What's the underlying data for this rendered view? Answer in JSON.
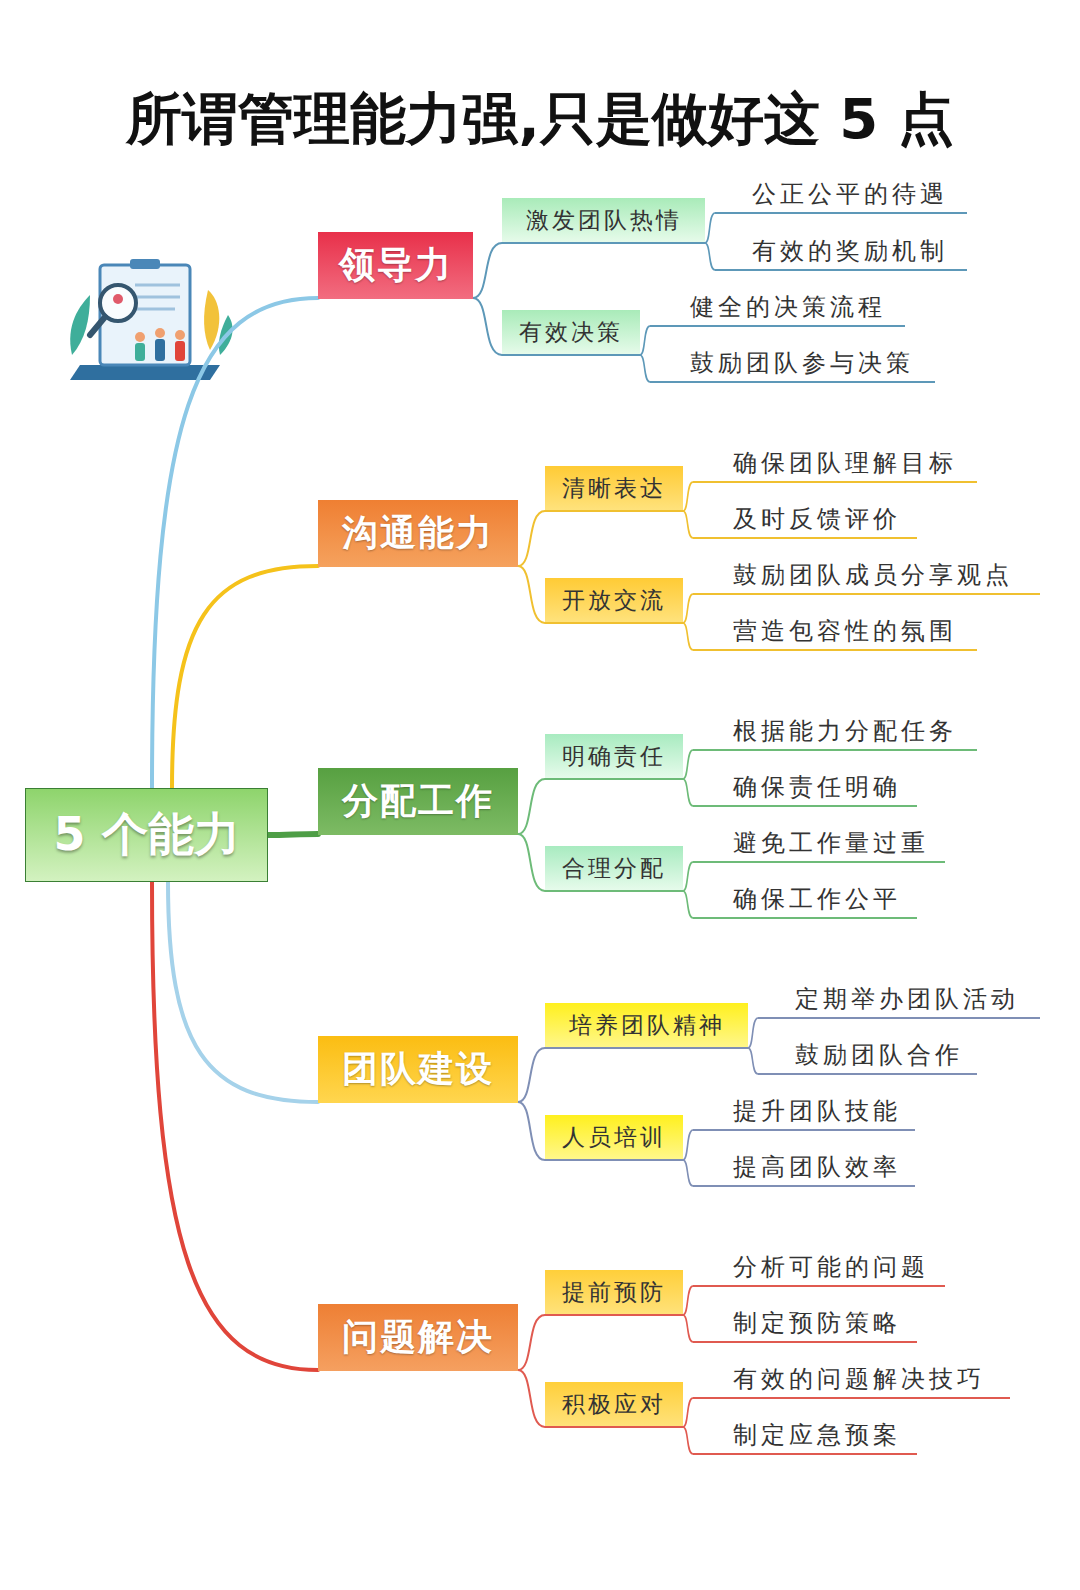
{
  "diagram": {
    "title": "所谓管理能力强,只是做好这 5 点",
    "nodes": [
      {
        "text": [
          "5 个能力"
        ]
      },
      {
        "text": [
          "领导力"
        ]
      },
      {
        "text": [
          "激发团队热情"
        ]
      },
      {
        "text": [
          "公正公平的待遇"
        ]
      },
      {
        "text": [
          "有效的奖励机制"
        ]
      },
      {
        "text": [
          "有效决策"
        ]
      },
      {
        "text": [
          "健全的决策流程"
        ]
      },
      {
        "text": [
          "鼓励团队参与决策"
        ]
      },
      {
        "text": [
          "沟通能力"
        ]
      },
      {
        "text": [
          "清晰表达"
        ]
      },
      {
        "text": [
          "确保团队理解目标"
        ]
      },
      {
        "text": [
          "及时反馈评价"
        ]
      },
      {
        "text": [
          "开放交流"
        ]
      },
      {
        "text": [
          "鼓励团队成员分享观点"
        ]
      },
      {
        "text": [
          "营造包容性的氛围"
        ]
      },
      {
        "text": [
          "分配工作"
        ]
      },
      {
        "text": [
          "明确责任"
        ]
      },
      {
        "text": [
          "根据能力分配任务"
        ]
      },
      {
        "text": [
          "确保责任明确"
        ]
      },
      {
        "text": [
          "合理分配"
        ]
      },
      {
        "text": [
          "避免工作量过重"
        ]
      },
      {
        "text": [
          "确保工作公平"
        ]
      },
      {
        "text": [
          "团队建设"
        ]
      },
      {
        "text": [
          "培养团队精神"
        ]
      },
      {
        "text": [
          "定期举办团队活动"
        ]
      },
      {
        "text": [
          "鼓励团队合作"
        ]
      },
      {
        "text": [
          "人员培训"
        ]
      },
      {
        "text": [
          "提升团队技能"
        ]
      },
      {
        "text": [
          "提高团队效率"
        ]
      },
      {
        "text": [
          "问题解决"
        ]
      },
      {
        "text": [
          "提前预防"
        ]
      },
      {
        "text": [
          "分析可能的问题"
        ]
      },
      {
        "text": [
          "制定预防策略"
        ]
      },
      {
        "text": [
          "积极应对"
        ]
      },
      {
        "text": [
          "有效的问题解决技巧"
        ]
      },
      {
        "text": [
          "制定应急预案"
        ]
      }
    ],
    "edges": [
      {
        "from": 0,
        "to": 1,
        "arrow": "none"
      },
      {
        "from": 1,
        "to": 2,
        "arrow": "none"
      },
      {
        "from": 2,
        "to": 3,
        "arrow": "none"
      },
      {
        "from": 2,
        "to": 4,
        "arrow": "none"
      },
      {
        "from": 1,
        "to": 5,
        "arrow": "none"
      },
      {
        "from": 5,
        "to": 6,
        "arrow": "none"
      },
      {
        "from": 5,
        "to": 7,
        "arrow": "none"
      },
      {
        "from": 0,
        "to": 8,
        "arrow": "none"
      },
      {
        "from": 8,
        "to": 9,
        "arrow": "none"
      },
      {
        "from": 9,
        "to": 10,
        "arrow": "none"
      },
      {
        "from": 9,
        "to": 11,
        "arrow": "none"
      },
      {
        "from": 8,
        "to": 12,
        "arrow": "none"
      },
      {
        "from": 12,
        "to": 13,
        "arrow": "none"
      },
      {
        "from": 12,
        "to": 14,
        "arrow": "none"
      },
      {
        "from": 0,
        "to": 15,
        "arrow": "none"
      },
      {
        "from": 15,
        "to": 16,
        "arrow": "none"
      },
      {
        "from": 16,
        "to": 17,
        "arrow": "none"
      },
      {
        "from": 16,
        "to": 18,
        "arrow": "none"
      },
      {
        "from": 15,
        "to": 19,
        "arrow": "none"
      },
      {
        "from": 19,
        "to": 20,
        "arrow": "none"
      },
      {
        "from": 19,
        "to": 21,
        "arrow": "none"
      },
      {
        "from": 0,
        "to": 22,
        "arrow": "none"
      },
      {
        "from": 22,
        "to": 23,
        "arrow": "none"
      },
      {
        "from": 23,
        "to": 24,
        "arrow": "none"
      },
      {
        "from": 23,
        "to": 25,
        "arrow": "none"
      },
      {
        "from": 22,
        "to": 26,
        "arrow": "none"
      },
      {
        "from": 26,
        "to": 27,
        "arrow": "none"
      },
      {
        "from": 26,
        "to": 28,
        "arrow": "none"
      },
      {
        "from": 0,
        "to": 29,
        "arrow": "none"
      },
      {
        "from": 29,
        "to": 30,
        "arrow": "none"
      },
      {
        "from": 30,
        "to": 31,
        "arrow": "none"
      },
      {
        "from": 30,
        "to": 32,
        "arrow": "none"
      },
      {
        "from": 29,
        "to": 33,
        "arrow": "none"
      },
      {
        "from": 33,
        "to": 34,
        "arrow": "none"
      },
      {
        "from": 33,
        "to": 35,
        "arrow": "none"
      }
    ]
  }
}
